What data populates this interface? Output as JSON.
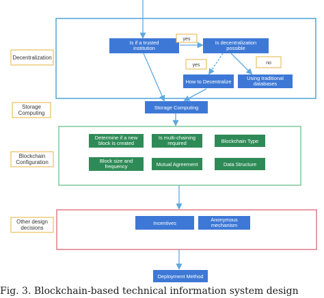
{
  "colors": {
    "blue_frame": "#4aa3d9",
    "green_frame": "#7fc79a",
    "red_frame": "#e07b86",
    "node_blue": "#3d78d6",
    "node_green": "#2e8b57",
    "arrow": "#5fa8de",
    "yes_no_border": "#e3b23c"
  },
  "labels": {
    "decentralization": "Decentralization",
    "storage_computing": "Storage Computing",
    "blockchain_configuration": "Blockchain Configuration",
    "other_design_decisions": "Other design decisions"
  },
  "nodes": {
    "trusted_institution": "Is if a trusted institution",
    "decentralization_possible": "Is decentralization possible",
    "how_to_decentralize": "How to Decentralize",
    "using_traditional_databases": "Using traditional databases",
    "storage_computing": "Storage Computing",
    "determine_new_block": "Determine if a new block is created",
    "multi_chaining_required": "Is multi-chaining required",
    "blockchain_type": "Blockchain Type",
    "block_size_frequency": "Block size and frequency",
    "mutual_agreement": "Mutual Agreement",
    "data_structure": "Data Structure",
    "incentives": "Incentives",
    "anonymous_mechanism": "Anonymous mechanism",
    "deployment_method": "Deployment Method"
  },
  "edge_labels": {
    "yes_1": "yes",
    "yes_2": "yes",
    "no": "no"
  },
  "caption": "Fig. 3. Blockchain-based technical information system design"
}
